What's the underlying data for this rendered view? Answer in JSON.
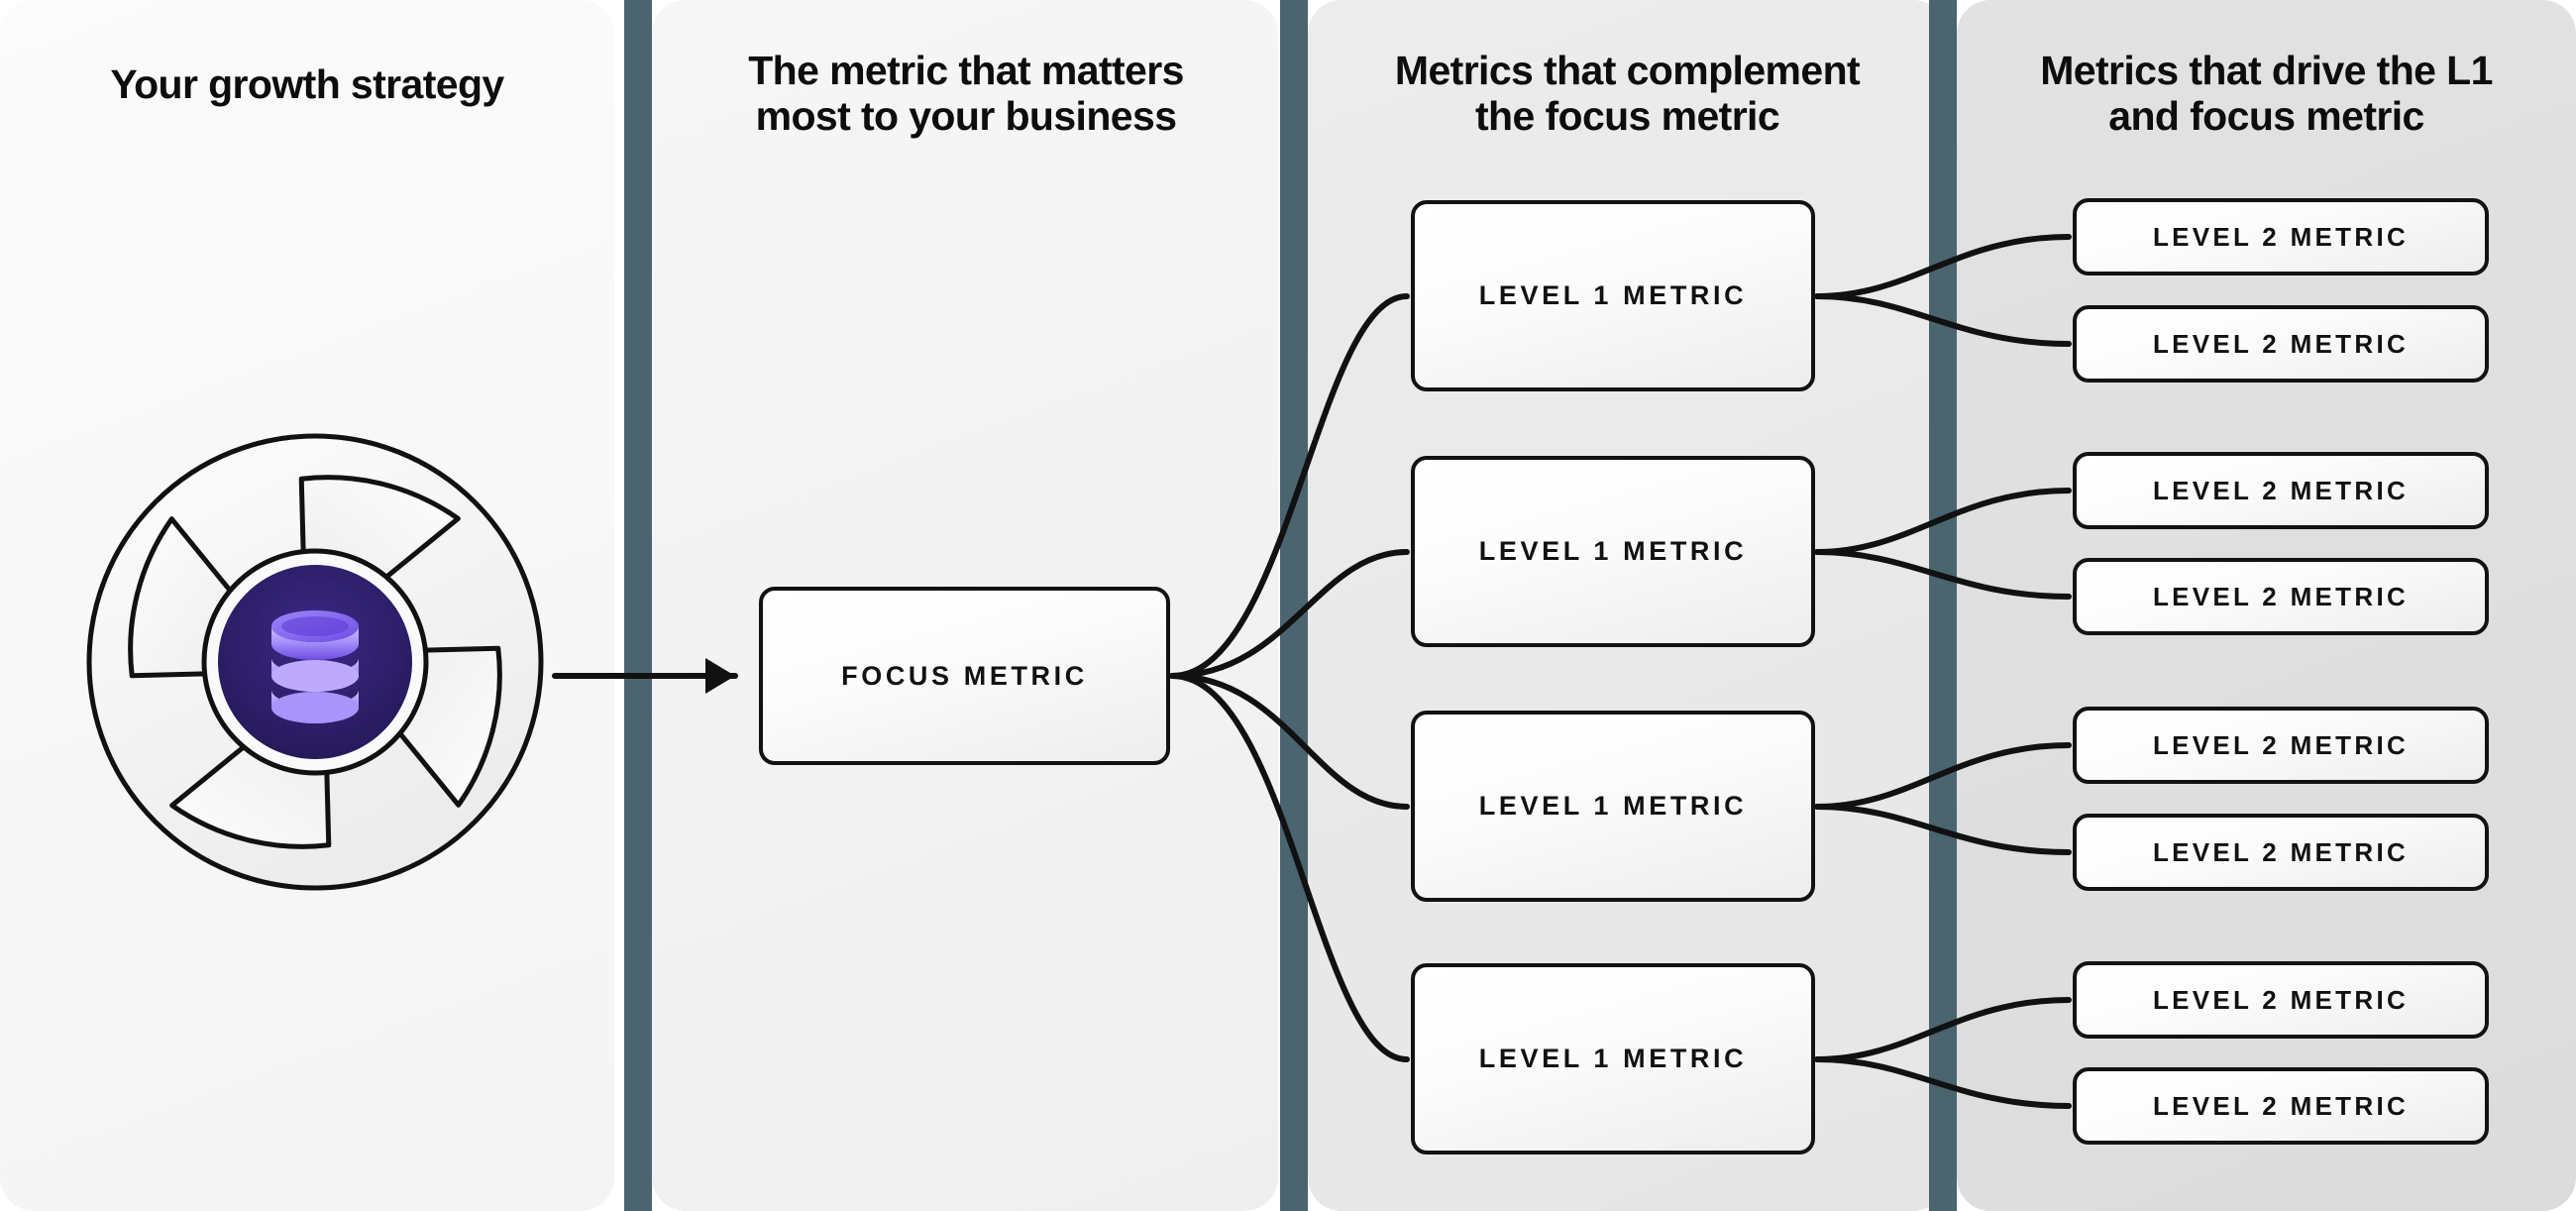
{
  "columns": [
    {
      "id": "col-strategy",
      "title": "Your growth strategy"
    },
    {
      "id": "col-focus",
      "title": "The metric that matters\nmost to your business"
    },
    {
      "id": "col-complement",
      "title": "Metrics that complement\nthe focus metric"
    },
    {
      "id": "col-drivers",
      "title": "Metrics that drive the L1\nand focus metric"
    }
  ],
  "graphic": {
    "name": "aperture-database-icon",
    "core_bg": "#2d1f6b",
    "cylinder": "#7b5cf0",
    "cylinder_highlight": "#c7b8fd",
    "blade_fill": "#fbfbfb",
    "stroke": "#111111"
  },
  "focus_node": {
    "label": "FOCUS METRIC"
  },
  "level1_nodes": [
    {
      "label": "LEVEL 1 METRIC"
    },
    {
      "label": "LEVEL 1 METRIC"
    },
    {
      "label": "LEVEL 1 METRIC"
    },
    {
      "label": "LEVEL 1 METRIC"
    }
  ],
  "level2_nodes": [
    {
      "label": "LEVEL 2 METRIC"
    },
    {
      "label": "LEVEL 2 METRIC"
    },
    {
      "label": "LEVEL 2 METRIC"
    },
    {
      "label": "LEVEL 2 METRIC"
    },
    {
      "label": "LEVEL 2 METRIC"
    },
    {
      "label": "LEVEL 2 METRIC"
    },
    {
      "label": "LEVEL 2 METRIC"
    },
    {
      "label": "LEVEL 2 METRIC"
    }
  ],
  "theme": {
    "divider": "#4a6470",
    "node_border": "#121212",
    "panel_1": "#f7f7f7",
    "panel_2": "#f2f2f2",
    "panel_3": "#e8e8e8",
    "panel_4": "#dedede",
    "connector": "#111111"
  }
}
